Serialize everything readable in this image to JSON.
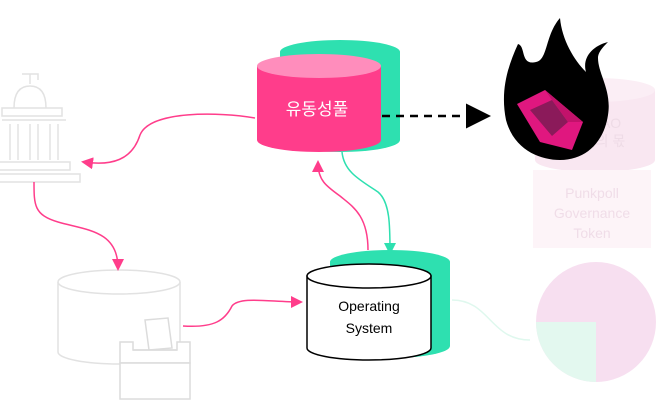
{
  "nodes": {
    "pool": {
      "label": "유동성풀"
    },
    "os": {
      "label_line1": "Operating",
      "label_line2": "System"
    },
    "dao": {
      "label_line1": "DAO",
      "label_line2": "자의 몫"
    },
    "token": {
      "line1": "Punkpoll",
      "line2": "Governance",
      "line3": "Token"
    }
  },
  "colors": {
    "pink": "#ff3d8b",
    "mint": "#2ee0b0",
    "faint_gray": "#e4e4e4",
    "faint_pink": "#f7d7ea",
    "faint_mint": "#dff8ee"
  },
  "icons": [
    "government-building-icon",
    "ballot-box-icon",
    "fire-icon",
    "gem-icon"
  ]
}
